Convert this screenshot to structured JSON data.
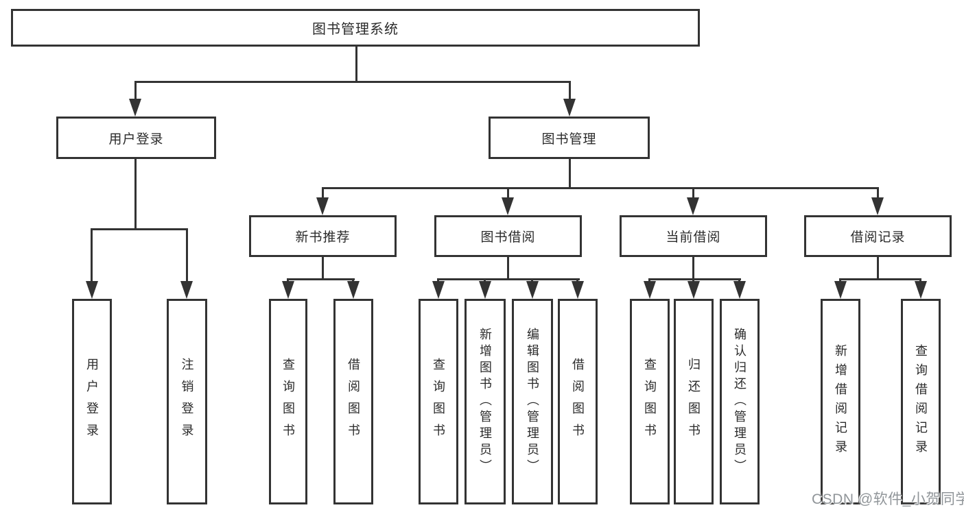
{
  "title": "图书管理系统",
  "level2": [
    {
      "label": "用户登录"
    },
    {
      "label": "图书管理"
    }
  ],
  "level3": [
    {
      "label": "新书推荐"
    },
    {
      "label": "图书借阅"
    },
    {
      "label": "当前借阅"
    },
    {
      "label": "借阅记录"
    }
  ],
  "leaves": [
    {
      "label": "用户登录"
    },
    {
      "label": "注销登录"
    },
    {
      "label": "查询图书"
    },
    {
      "label": "借阅图书"
    },
    {
      "label": "查询图书"
    },
    {
      "label": "新增图书（管理员）"
    },
    {
      "label": "编辑图书（管理员）"
    },
    {
      "label": "借阅图书"
    },
    {
      "label": "查询图书"
    },
    {
      "label": "归还图书"
    },
    {
      "label": "确认归还（管理员）"
    },
    {
      "label": "新增借阅记录"
    },
    {
      "label": "查询借阅记录"
    }
  ],
  "watermark": {
    "text": "CSDN @软件_小贺同学"
  },
  "colors": {
    "line": "#333333",
    "text": "#2b2b2b",
    "watermark": "#909599",
    "background": "#ffffff"
  }
}
